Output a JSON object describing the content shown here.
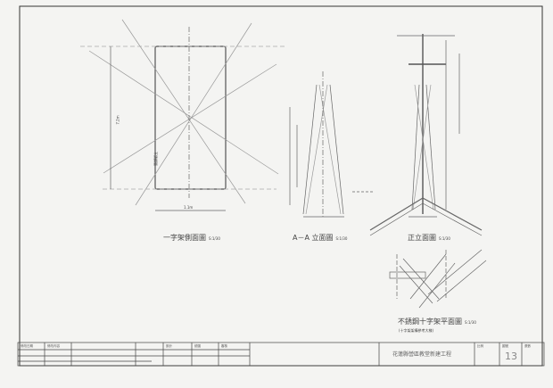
{
  "views": {
    "side": {
      "title": "一字架側面圖",
      "scale": "S:1/30",
      "height_dim": "7.2m",
      "width_dim": "1.1m",
      "note": "不銹鋼管"
    },
    "section_aa": {
      "title": "A－A 立面圖",
      "scale": "S:1/30"
    },
    "front": {
      "title": "正立面圖",
      "scale": "S:1/30"
    },
    "plan": {
      "title": "不銹鋼十字架平面圖",
      "scale": "S:1/30",
      "subtitle": "(十字架架構參考大樣)"
    }
  },
  "title_block": {
    "project": "花蓮縣營區教堂新建工程",
    "sheet_no": "13",
    "headers": [
      "修改日期",
      "修改內容",
      "設計",
      "繪圖",
      "審核",
      "比例",
      "圖號",
      "張數"
    ]
  }
}
